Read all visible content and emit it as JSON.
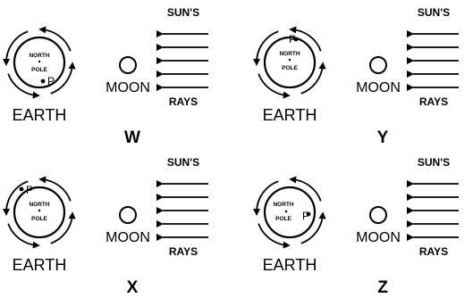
{
  "labels": {
    "north": "NORTH",
    "pole": "POLE",
    "p_marker": "P",
    "moon": "MOON",
    "earth": "EARTH",
    "suns": "SUN'S",
    "rays": "RAYS"
  },
  "panels": [
    {
      "id": "W",
      "title": "W",
      "p_position": "bottom-right"
    },
    {
      "id": "Y",
      "title": "Y",
      "p_position": "top"
    },
    {
      "id": "X",
      "title": "X",
      "p_position": "top-left"
    },
    {
      "id": "Z",
      "title": "Z",
      "p_position": "right"
    }
  ]
}
